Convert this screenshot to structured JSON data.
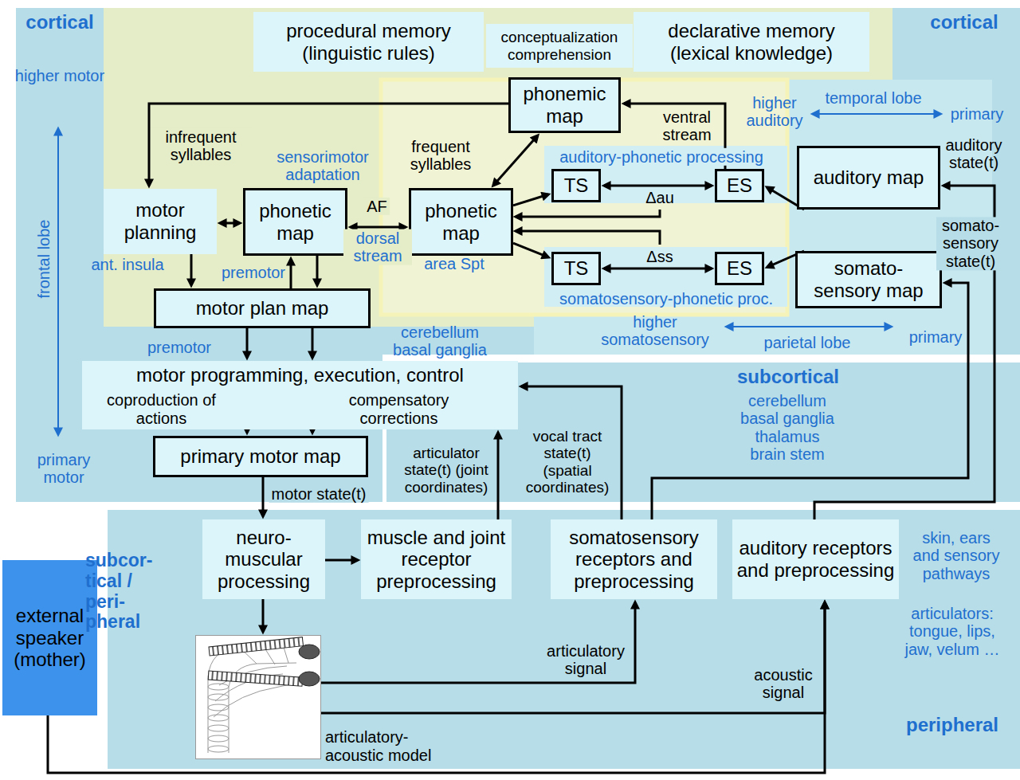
{
  "diagram": {
    "nodes": [
      {
        "text": [
          "procedural memory (linguistic rules)"
        ]
      },
      {
        "text": [
          "conceptualization comprehension"
        ]
      },
      {
        "text": [
          "declarative memory (lexical knowledge)"
        ]
      },
      {
        "text": [
          "phonemic map"
        ]
      },
      {
        "text": [
          "motor planning"
        ]
      },
      {
        "text": [
          "phonetic map"
        ]
      },
      {
        "text": [
          "phonetic map"
        ]
      },
      {
        "text": [
          "TS"
        ]
      },
      {
        "text": [
          "ES"
        ]
      },
      {
        "text": [
          "auditory map"
        ]
      },
      {
        "text": [
          "TS"
        ]
      },
      {
        "text": [
          "ES"
        ]
      },
      {
        "text": [
          "somato-sensory map"
        ]
      },
      {
        "text": [
          "motor plan map"
        ]
      },
      {
        "text": [
          "motor programming, execution, control",
          "coproduction of actions",
          "compensatory corrections"
        ]
      },
      {
        "text": [
          "primary motor map"
        ]
      },
      {
        "text": [
          "neuro-muscular processing"
        ]
      },
      {
        "text": [
          "muscle and joint receptor preprocessing"
        ]
      },
      {
        "text": [
          "somatosensory receptors and preprocessing"
        ]
      },
      {
        "text": [
          "auditory receptors and preprocessing"
        ]
      },
      {
        "text": [
          "articulatory-acoustic model"
        ]
      },
      {
        "text": [
          "external speaker (mother)"
        ]
      }
    ],
    "edges": [
      {
        "from": 3,
        "to": 4,
        "arrow": "to",
        "label": "infrequent syllables"
      },
      {
        "from": 4,
        "to": 5,
        "arrow": "both"
      },
      {
        "from": 5,
        "to": 6,
        "arrow": "both",
        "label": "AF"
      },
      {
        "from": 3,
        "to": 6,
        "arrow": "both",
        "label": "frequent syllables"
      },
      {
        "from": 4,
        "to": 13,
        "arrow": "to"
      },
      {
        "from": 13,
        "to": 5,
        "arrow": "to"
      },
      {
        "from": 5,
        "to": 13,
        "arrow": "to"
      },
      {
        "from": 6,
        "to": 7,
        "arrow": "to"
      },
      {
        "from": 7,
        "to": 8,
        "arrow": "both",
        "label": "Δau"
      },
      {
        "from": 9,
        "to": 8,
        "arrow": "to"
      },
      {
        "from": 8,
        "to": 3,
        "arrow": "to",
        "label": "ventral stream"
      },
      {
        "from": 6,
        "to": 10,
        "arrow": "to"
      },
      {
        "from": 10,
        "to": 11,
        "arrow": "both",
        "label": "Δss"
      },
      {
        "from": 12,
        "to": 11,
        "arrow": "to"
      },
      {
        "from": 13,
        "to": 14,
        "arrow": "to"
      },
      {
        "from": 13,
        "to": 14,
        "arrow": "to"
      },
      {
        "from": 14,
        "to": 15,
        "arrow": "to"
      },
      {
        "from": 14,
        "to": 15,
        "arrow": "to"
      },
      {
        "from": 15,
        "to": 16,
        "arrow": "to",
        "label": "motor state(t)"
      },
      {
        "from": 16,
        "to": 17,
        "arrow": "to"
      },
      {
        "from": 16,
        "to": 20,
        "arrow": "to"
      },
      {
        "from": 17,
        "to": 14,
        "arrow": "to",
        "label": "articulator state(t) (joint coordinates)"
      },
      {
        "from": 18,
        "to": 14,
        "arrow": "to",
        "label": "vocal tract state(t) (spatial coordinates)"
      },
      {
        "from": 18,
        "to": 12,
        "arrow": "to",
        "label": "somato-sensory state(t)"
      },
      {
        "from": 19,
        "to": 9,
        "arrow": "to",
        "label": "auditory state(t)"
      },
      {
        "from": 20,
        "to": 18,
        "arrow": "to",
        "label": "articulatory signal"
      },
      {
        "from": 20,
        "to": 19,
        "arrow": "to",
        "label": "acoustic signal"
      },
      {
        "from": 21,
        "to": 19,
        "arrow": "to"
      }
    ],
    "labels": [
      "cortical",
      "cortical",
      "higher motor",
      "frontal lobe",
      "primary motor",
      "ant. insula",
      "premotor",
      "premotor",
      "sensorimotor adaptation",
      "dorsal stream",
      "area Spt",
      "higher auditory",
      "temporal lobe",
      "primary",
      "auditory-phonetic processing",
      "somatosensory-phonetic proc.",
      "higher somatosensory",
      "parietal lobe",
      "primary",
      "cerebellum basal ganglia",
      "subcortical",
      "cerebellum basal ganglia thalamus brain stem",
      "subcor- tical / peri- pheral",
      "skin, ears and sensory pathways",
      "articulators: tongue, lips, jaw, velum …",
      "peripheral"
    ]
  }
}
